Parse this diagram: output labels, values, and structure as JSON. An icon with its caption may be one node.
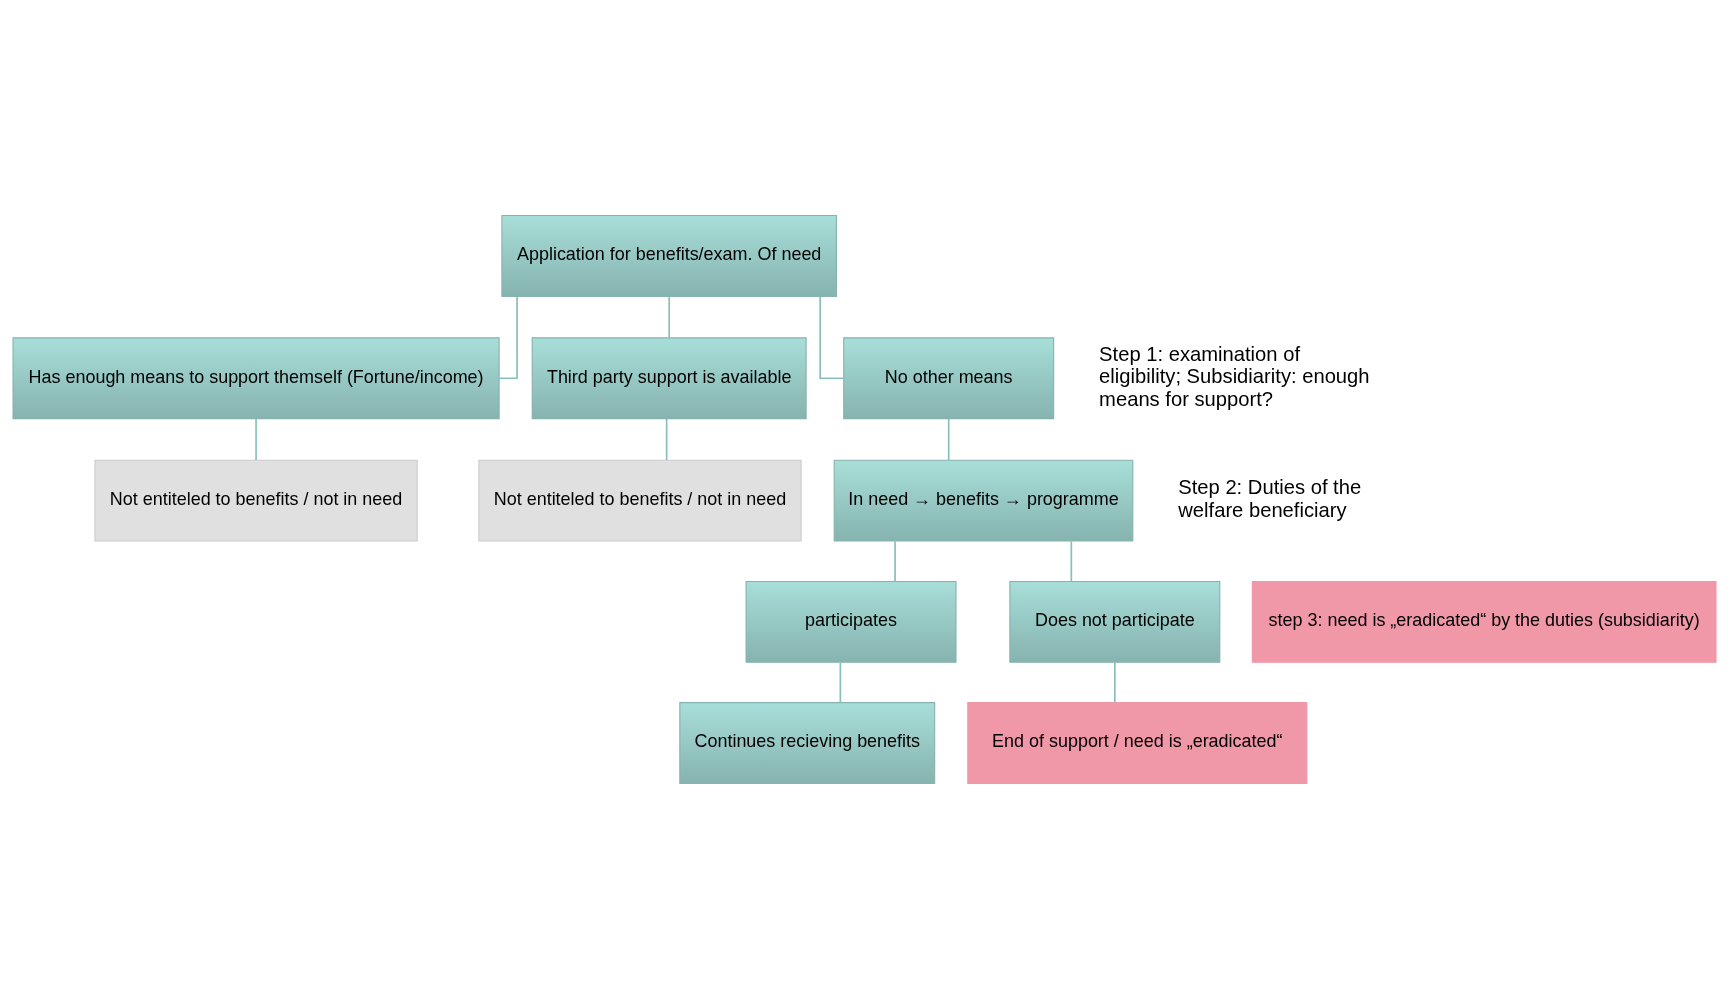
{
  "diagram": {
    "nodes": [
      {
        "text": [
          "Application for benefits/exam. Of need"
        ]
      },
      {
        "text": [
          "Has enough means to support themself (Fortune/income)"
        ]
      },
      {
        "text": [
          "Third party support is available"
        ]
      },
      {
        "text": [
          "No other means"
        ]
      },
      {
        "text": [
          "Not entiteled to benefits / not in need"
        ]
      },
      {
        "text": [
          "Not entiteled to benefits / not in need"
        ]
      },
      {
        "text": [
          "In need → benefits → programme"
        ]
      },
      {
        "text": [
          "participates"
        ]
      },
      {
        "text": [
          "Does not participate"
        ]
      },
      {
        "text": [
          "step 3: need is „eradicated“ by the duties (subsidiarity)"
        ]
      },
      {
        "text": [
          "Continues recieving benefits"
        ]
      },
      {
        "text": [
          "End of support / need is „eradicated“"
        ]
      }
    ],
    "edges": [
      {
        "from": 0,
        "to": 1,
        "arrow": "none"
      },
      {
        "from": 0,
        "to": 2,
        "arrow": "none"
      },
      {
        "from": 0,
        "to": 3,
        "arrow": "none"
      },
      {
        "from": 1,
        "to": 4,
        "arrow": "none"
      },
      {
        "from": 2,
        "to": 5,
        "arrow": "none"
      },
      {
        "from": 3,
        "to": 6,
        "arrow": "none"
      },
      {
        "from": 6,
        "to": 7,
        "arrow": "none"
      },
      {
        "from": 6,
        "to": 8,
        "arrow": "none"
      },
      {
        "from": 7,
        "to": 10,
        "arrow": "none"
      },
      {
        "from": 8,
        "to": 11,
        "arrow": "none"
      }
    ],
    "labels": [
      "Step 1: examination of eligibility; Subsidiarity: enough means for support?",
      "Step 2: Duties of the welfare beneficiary"
    ]
  }
}
